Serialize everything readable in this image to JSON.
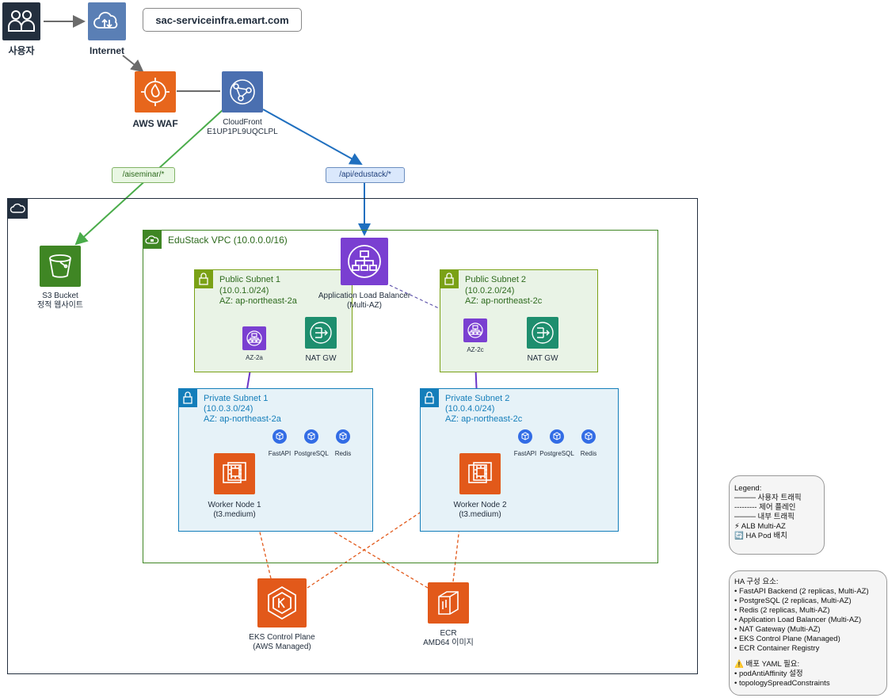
{
  "users": {
    "label": "사용자"
  },
  "internet": {
    "label": "Internet"
  },
  "domain": {
    "text": "sac-serviceinfra.emart.com"
  },
  "waf": {
    "label": "AWS WAF"
  },
  "cloudfront": {
    "label": "CloudFront",
    "id": "E1UP1PL9UQCLPL"
  },
  "routes": {
    "s3": "/aiseminar/*",
    "api": "/api/edustack/*"
  },
  "s3": {
    "label": "S3 Bucket",
    "sublabel": "정적 웹사이트"
  },
  "vpc": {
    "label": "EduStack VPC (10.0.0.0/16)"
  },
  "alb": {
    "label": "Application Load Balancer",
    "sublabel": "(Multi-AZ)"
  },
  "public_subnet_1": {
    "title": "Public Subnet 1",
    "cidr": "(10.0.1.0/24)",
    "az": "AZ: ap-northeast-2a",
    "alb_node": "AZ-2a",
    "nat": "NAT GW"
  },
  "public_subnet_2": {
    "title": "Public Subnet 2",
    "cidr": "(10.0.2.0/24)",
    "az": "AZ: ap-northeast-2c",
    "alb_node": "AZ-2c",
    "nat": "NAT GW"
  },
  "private_subnet_1": {
    "title": "Private Subnet 1",
    "cidr": "(10.0.3.0/24)",
    "az": "AZ: ap-northeast-2a",
    "pods": [
      "FastAPI",
      "PostgreSQL",
      "Redis"
    ],
    "node": "Worker Node 1",
    "node_type": "(t3.medium)"
  },
  "private_subnet_2": {
    "title": "Private Subnet 2",
    "cidr": "(10.0.4.0/24)",
    "az": "AZ: ap-northeast-2c",
    "pods": [
      "FastAPI",
      "PostgreSQL",
      "Redis"
    ],
    "node": "Worker Node 2",
    "node_type": "(t3.medium)"
  },
  "eks": {
    "label": "EKS Control Plane",
    "sublabel": "(AWS Managed)"
  },
  "ecr": {
    "label": "ECR",
    "sublabel": "AMD64 이미지"
  },
  "legend": {
    "title": "Legend:",
    "items": [
      "──── 사용자 트래픽",
      "--------- 제어 플레인",
      "──── 내부 트래픽",
      "⚡ ALB Multi-AZ",
      "🔄 HA Pod 배치"
    ]
  },
  "ha": {
    "title": "HA 구성 요소:",
    "items": [
      "• FastAPI Backend (2 replicas, Multi-AZ)",
      "• PostgreSQL (2 replicas, Multi-AZ)",
      "• Redis (2 replicas, Multi-AZ)",
      "• Application Load Balancer (Multi-AZ)",
      "• NAT Gateway (Multi-AZ)",
      "• EKS Control Plane (Managed)",
      "• ECR Container Registry"
    ],
    "warn_title": "⚠️ 배포 YAML 필요:",
    "warn_items": [
      "• podAntiAffinity 설정",
      "• topologySpreadConstraints"
    ]
  },
  "colors": {
    "users": "#232f3e",
    "internet": "#5a7fb5",
    "waf": "#e7661c",
    "cloudfront": "#4a6fb0",
    "green": "#4aac4a",
    "blue": "#1f6fbf",
    "purple": "#7a3fd1",
    "orange": "#e2591a",
    "s3": "#3f8624",
    "nat": "#1e8e6e"
  }
}
